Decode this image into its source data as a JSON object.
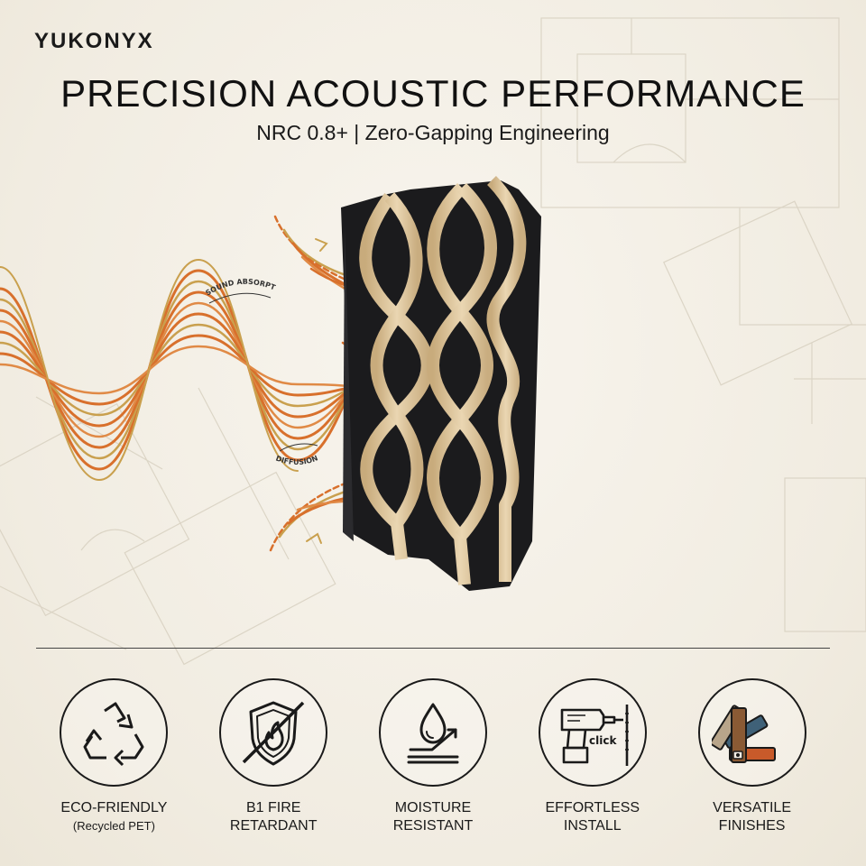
{
  "brand": "YUKONYX",
  "headline": "PRECISION ACOUSTIC PERFORMANCE",
  "subheadline": "NRC 0.8+ | Zero-Gapping Engineering",
  "diagram": {
    "absorption_label": "SOUND ABSORPTION",
    "diffusion_label": "DIFFUSION",
    "colors": {
      "wave_orange": "#d8702c",
      "wave_gold": "#c9a04e",
      "panel_felt": "#1b1b1d",
      "panel_wood": "#dcc49c"
    }
  },
  "features": [
    {
      "icon": "recycle-icon",
      "line1": "ECO-FRIENDLY",
      "line2": "(Recycled PET)"
    },
    {
      "icon": "fire-shield-icon",
      "line1": "B1 FIRE",
      "line2": "RETARDANT"
    },
    {
      "icon": "water-drop-icon",
      "line1": "MOISTURE",
      "line2": "RESISTANT"
    },
    {
      "icon": "drill-icon",
      "line1": "EFFORTLESS",
      "line2": "INSTALL",
      "icon_text": "click"
    },
    {
      "icon": "swatch-fan-icon",
      "line1": "VERSATILE",
      "line2": "FINISHES"
    }
  ]
}
